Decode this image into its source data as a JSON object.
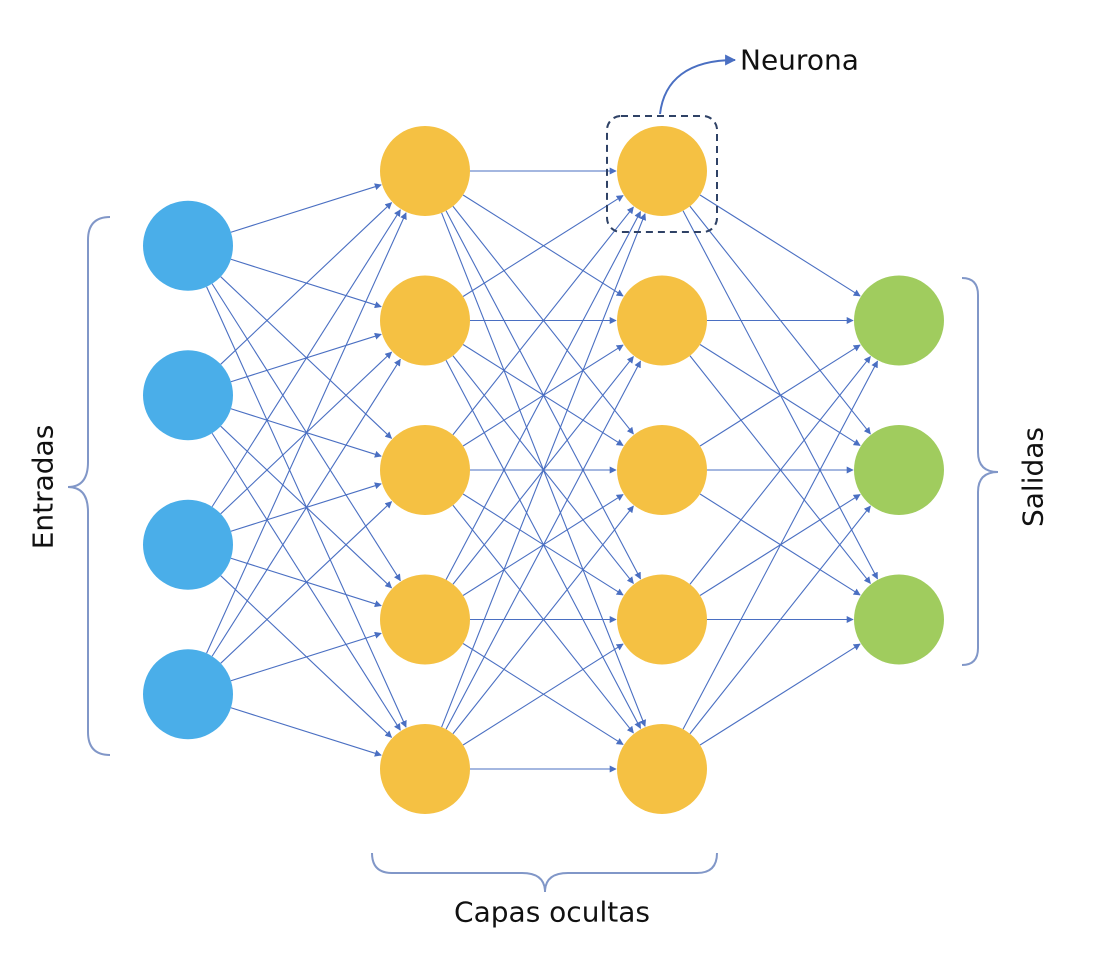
{
  "diagram": {
    "colors": {
      "input": "#4AAEE9",
      "hidden": "#F5C143",
      "output": "#A0CC5E",
      "edge": "#4A6FC2",
      "bracket": "#8197C8",
      "highlight": "#2F4266"
    },
    "layers": [
      {
        "role": "input",
        "count": 4
      },
      {
        "role": "hidden",
        "count": 5
      },
      {
        "role": "hidden",
        "count": 5
      },
      {
        "role": "output",
        "count": 3
      }
    ],
    "connectivity": "fully-connected"
  },
  "labels": {
    "inputs": "Entradas",
    "hidden_layers": "Capas ocultas",
    "outputs": "Salidas",
    "neuron": "Neurona"
  }
}
